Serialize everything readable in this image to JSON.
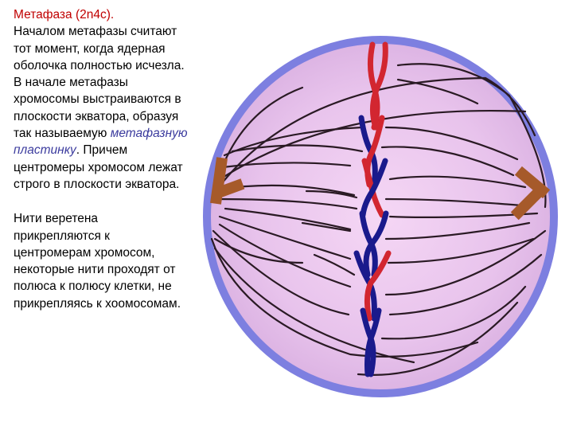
{
  "text": {
    "title": "Метафаза (2n4c).",
    "p1_start": "Началом метафазы считают тот момент, когда ядерная оболочка полностью исчезла. В начале метафазы хромосомы выстраиваются в плоскости экватора, образуя так называемую",
    "p1_term": "метафазную пластинку",
    "p1_end": ". Причем центромеры хромосом лежат строго в плоскости экватора.",
    "p2": "Нити веретена прикрепляются к центромерам хромосом, некоторые нити проходят от полюса к полюсу клетки, не прикрепляясь к хоомосомам."
  },
  "colors": {
    "cell_outline": "#7d7fe0",
    "cell_fill": "#deb6e6",
    "inner_glow": "#f5d7f5",
    "spindle": "#2a1a24",
    "chromosome_red": "#d22630",
    "chromosome_blue": "#1a1a8c",
    "centriole": "#a65a2a"
  },
  "icons": {
    "left_centriole": "centriole-icon",
    "right_centriole": "centriole-icon"
  }
}
